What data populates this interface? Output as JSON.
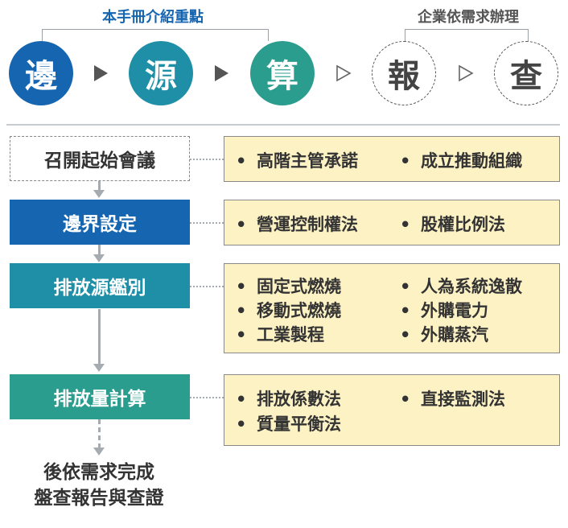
{
  "header": {
    "left_bracket_label": "本手冊介紹重點",
    "right_bracket_label": "企業依需求辦理",
    "circles": [
      {
        "char": "邊",
        "color": "#1565b0",
        "style": "solid"
      },
      {
        "char": "源",
        "color": "#1e8fa6",
        "style": "solid"
      },
      {
        "char": "算",
        "color": "#2a9d8f",
        "style": "solid"
      },
      {
        "char": "報",
        "style": "dashed"
      },
      {
        "char": "查",
        "style": "dashed"
      }
    ]
  },
  "steps": [
    {
      "label": "召開起始會議",
      "style": "dashed",
      "items": [
        "高階主管承諾",
        "成立推動組織"
      ]
    },
    {
      "label": "邊界設定",
      "color": "#1565b0",
      "items": [
        "營運控制權法",
        "股權比例法"
      ]
    },
    {
      "label": "排放源鑑別",
      "color": "#1e8fa6",
      "items": [
        "固定式燃燒",
        "移動式燃燒",
        "工業製程",
        "人為系統逸散",
        "外購電力",
        "外購蒸汽"
      ]
    },
    {
      "label": "排放量計算",
      "color": "#2a9d8f",
      "items": [
        "排放係數法",
        "質量平衡法",
        "直接監測法"
      ]
    }
  ],
  "bullet": "•",
  "final_text": [
    "後依需求完成",
    "盤查報告與查證"
  ]
}
